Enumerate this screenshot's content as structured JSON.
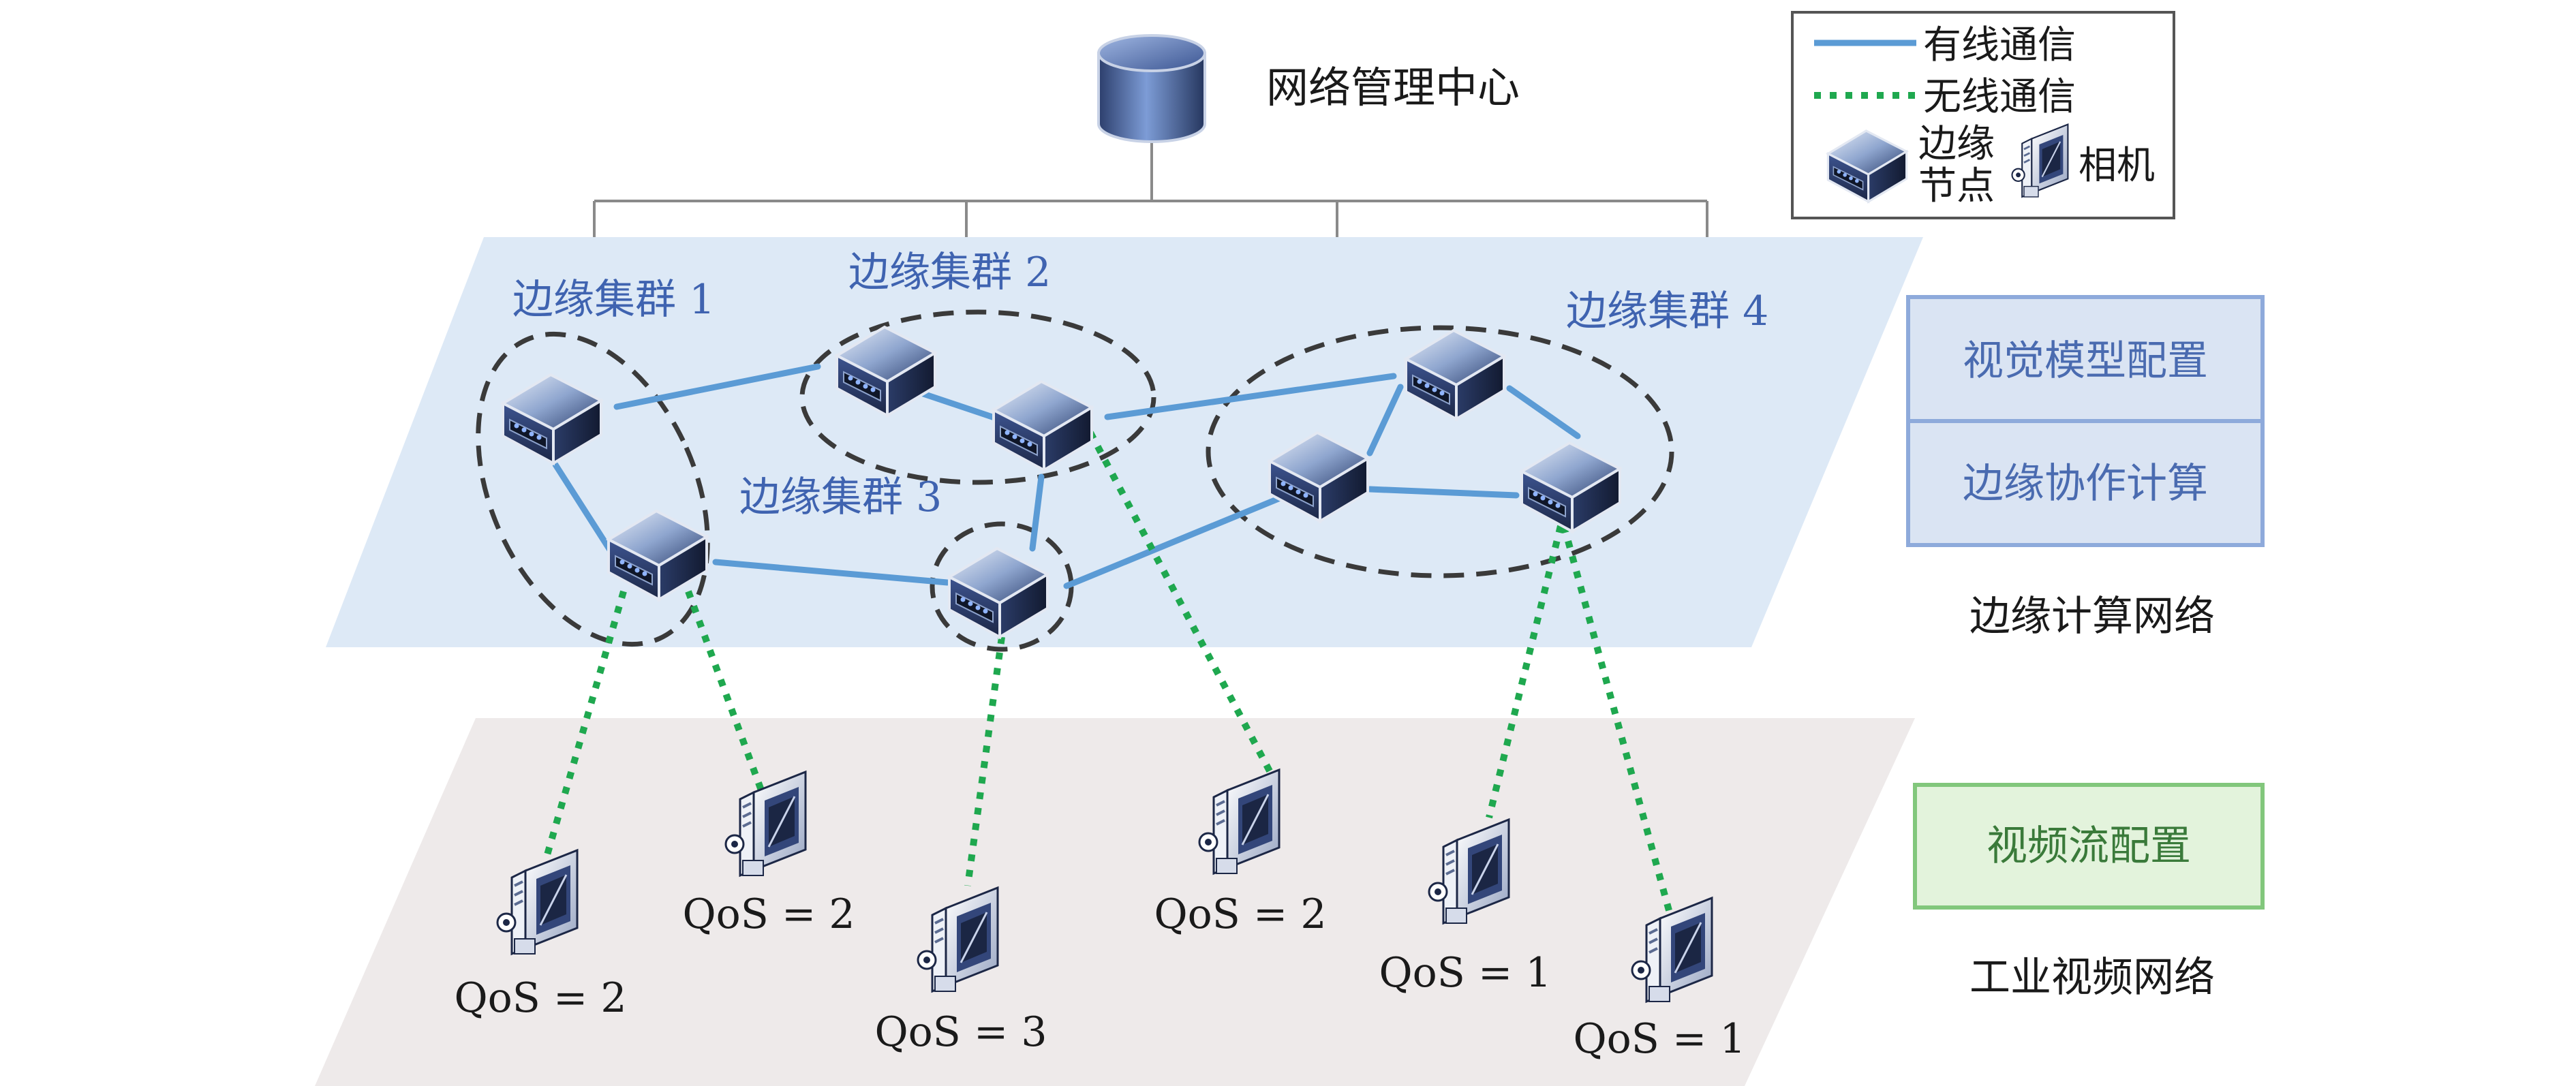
{
  "title": "网络管理中心",
  "legend": {
    "wired": "有线通信",
    "wireless": "无线通信",
    "edge_node_line1": "边缘",
    "edge_node_line2": "节点",
    "camera": "相机"
  },
  "layers": {
    "edge": "边缘计算网络",
    "video": "工业视频网络"
  },
  "side_boxes": {
    "vision_model": "视觉模型配置",
    "edge_collab": "边缘协作计算",
    "video_stream": "视频流配置"
  },
  "clusters": [
    "边缘集群 1",
    "边缘集群 2",
    "边缘集群 3",
    "边缘集群 4"
  ],
  "cameras": [
    {
      "qos": "QoS = 2"
    },
    {
      "qos": "QoS = 2"
    },
    {
      "qos": "QoS = 3"
    },
    {
      "qos": "QoS = 2"
    },
    {
      "qos": "QoS = 1"
    },
    {
      "qos": "QoS = 1"
    }
  ],
  "colors": {
    "wired": "#5b9bd5",
    "wireless": "#1fa84f",
    "edge_plane": "#dde9f6",
    "video_plane": "#eeeaea",
    "box_border_blue": "#8eaadb",
    "box_fill_blue": "#dae4f3",
    "box_border_green": "#82c77c",
    "box_fill_green": "#e3f3dc"
  }
}
